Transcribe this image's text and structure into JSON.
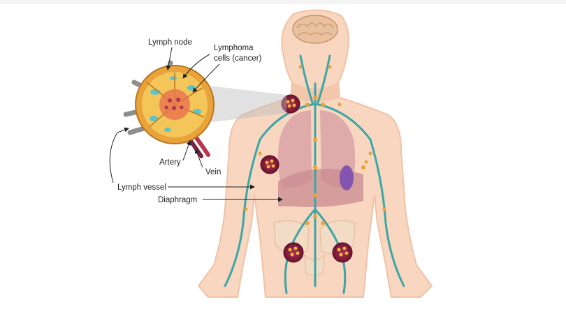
{
  "labels": {
    "lymph_node": "Lymph node",
    "lymphoma_line1": "Lymphoma",
    "lymphoma_line2": "cells (cancer)",
    "artery": "Artery",
    "vein": "Vein",
    "lymph_vessel": "Lymph vessel",
    "diaphragm": "Diaphragm"
  },
  "colors": {
    "skin": "#f8d6bf",
    "skin_edge": "#f1c2a6",
    "lymph_vessel": "#3aa6a6",
    "node_outer": "#e8a33a",
    "node_inner": "#f4c65a",
    "tumor": "#8b1e3f",
    "lung": "#d9a3a6",
    "diaphragm": "#c98a90",
    "vein": "#7a2440"
  }
}
